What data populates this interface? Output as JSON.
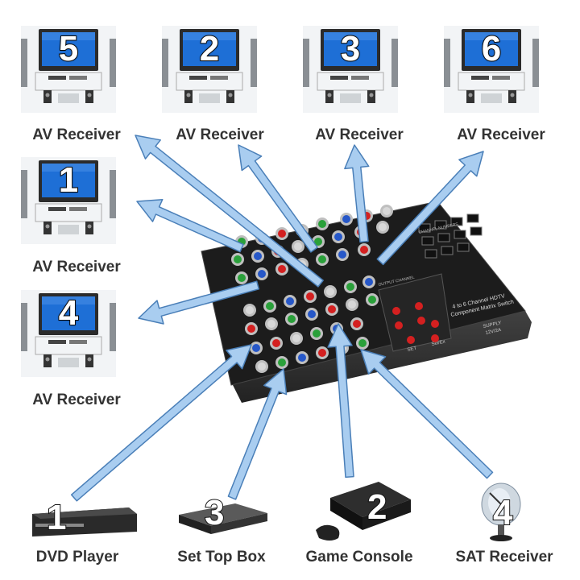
{
  "outputs": [
    {
      "number": "5",
      "label": "AV Receiver"
    },
    {
      "number": "2",
      "label": "AV Receiver"
    },
    {
      "number": "3",
      "label": "AV Receiver"
    },
    {
      "number": "6",
      "label": "AV Receiver"
    },
    {
      "number": "1",
      "label": "AV Receiver"
    },
    {
      "number": "4",
      "label": "AV Receiver"
    }
  ],
  "sources": [
    {
      "number": "1",
      "label": "DVD Player"
    },
    {
      "number": "3",
      "label": "Set Top Box"
    },
    {
      "number": "2",
      "label": "Game Console"
    },
    {
      "number": "4",
      "label": "SAT Receiver"
    }
  ],
  "switch": {
    "title_line1": "4 to 6 Channel HDTV",
    "title_line2": "Component Matrix Switch",
    "supply": "SUPPLY",
    "supply_rating": "12V/2A",
    "set_label": "SET",
    "select_label": "Sel/Ex",
    "channel_numbers": "CHANNEL NUMBERS",
    "output_channel": "OUTPUT CHANNEL"
  },
  "colors": {
    "arrow_fill": "#a9cdf0",
    "arrow_stroke": "#4a7fb8",
    "switch_body": "#1c1c1c",
    "screen_blue": "#1e6fd6"
  }
}
